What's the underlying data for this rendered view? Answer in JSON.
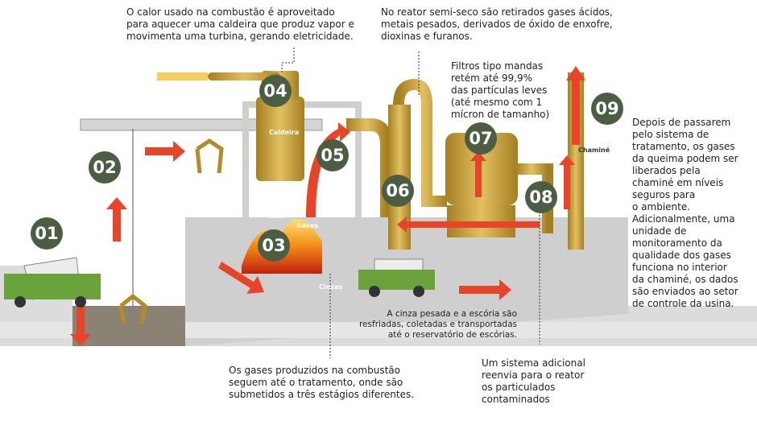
{
  "captions": {
    "boiler_heat": "O calor usado na combustão é aproveitado\npara aquecer uma caldeira que produz vapor e\nmovimenta uma turbina, gerando eletricidade.",
    "reactor": "No reator semi-seco são retirados gases ácidos,\nmetais pesados, derivados de óxido de enxofre,\ndioxinas e furanos.",
    "filters": "Filtros tipo mandas\nretém até 99,9%\ndas partículas leves\n(até mesmo com 1\nmícron de tamanho)",
    "chimney": "Depois de passarem\npelo sistema de\ntratamento, os gases\nda queima podem ser\nliberados pela\nchaminé em níveis\nseguros para\no ambiente.\nAdicionalmente, uma\nunidade de\nmonitoramento da\nqualidade dos gases\nfunciona no interior\nda chaminé, os dados\nsão enviados ao setor\nde controle da usina.",
    "ash": "A cinza pesada e a escória são\nresfriadas, coletadas e transportadas\naté o reservatório de escórias.",
    "gases": "Os gases produzidos na combustão\nseguem até o tratamento, onde são\nsubmetidos a três estágios diferentes.",
    "recycle": "Um sistema adicional\nreenvia para o reator\nos particulados\ncontaminados"
  },
  "labels": {
    "boiler": "Caldeira",
    "heat": "Calor",
    "gases": "Gases",
    "ash": "Cinzas",
    "chimney": "Chaminé"
  },
  "steps": [
    "01",
    "02",
    "03",
    "04",
    "05",
    "06",
    "07",
    "08",
    "09"
  ],
  "colors": {
    "badge": "#4b5e44",
    "arrow": "#e8442a",
    "pipe": "#c9a23a",
    "truck": "#6aa33c",
    "floor": "#d8d8d8"
  }
}
